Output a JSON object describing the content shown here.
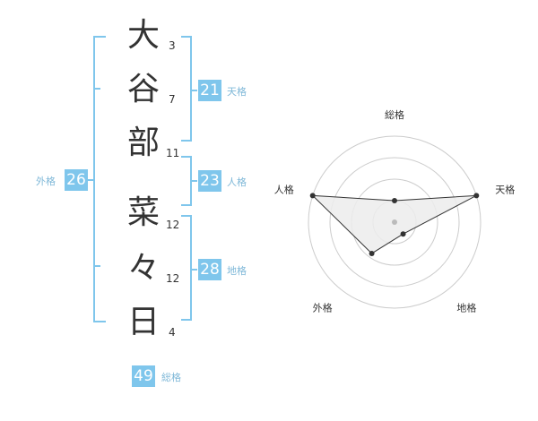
{
  "name": {
    "characters": [
      {
        "char": "大",
        "strokes": "3"
      },
      {
        "char": "谷",
        "strokes": "7"
      },
      {
        "char": "部",
        "strokes": "11"
      },
      {
        "char": "菜",
        "strokes": "12"
      },
      {
        "char": "々",
        "strokes": "12"
      },
      {
        "char": "日",
        "strokes": "4"
      }
    ]
  },
  "fortunes": {
    "tenkaku": {
      "value": "21",
      "label": "天格"
    },
    "jinkaku": {
      "value": "23",
      "label": "人格"
    },
    "chikaku": {
      "value": "28",
      "label": "地格"
    },
    "gaikaku": {
      "value": "26",
      "label": "外格"
    },
    "soukaku": {
      "value": "49",
      "label": "総格"
    }
  },
  "radar": {
    "axes": [
      "総格",
      "天格",
      "地格",
      "外格",
      "人格"
    ],
    "levels": 4,
    "values": [
      0.25,
      1.0,
      0.17,
      0.45,
      1.0
    ],
    "colors": {
      "grid": "#cccccc",
      "fill": "#ececec",
      "line": "#333333",
      "point": "#333333",
      "center": "#bbbbbb"
    }
  },
  "colors": {
    "accent": "#7fc6ec",
    "label": "#7fb8d8"
  }
}
